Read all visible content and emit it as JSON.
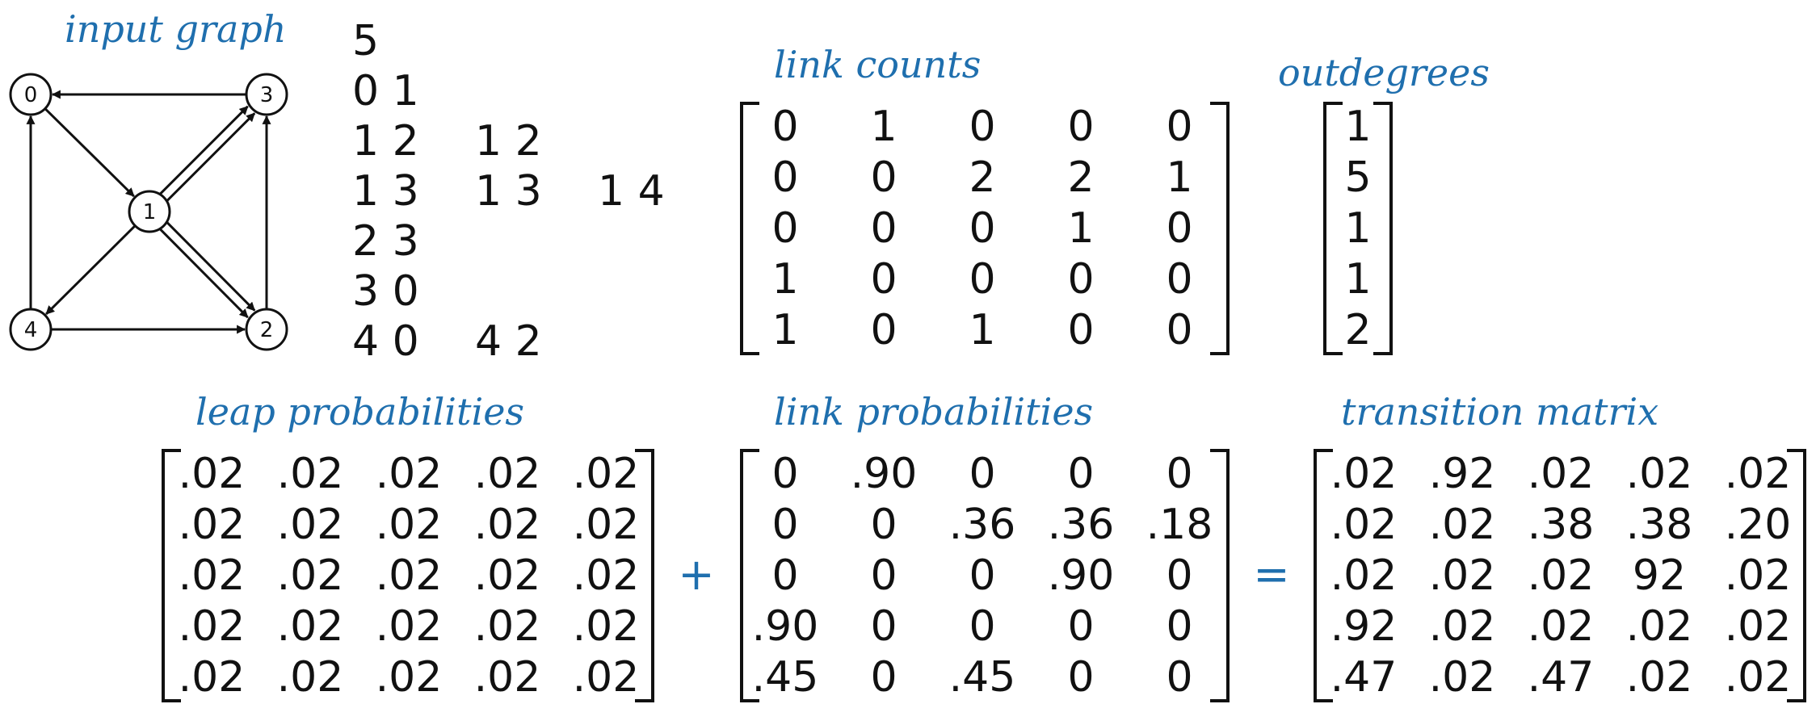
{
  "colors": {
    "label": "#1f6fae",
    "ink": "#111111"
  },
  "labels": {
    "input_graph": "input graph",
    "link_counts": "link counts",
    "outdegrees": "outdegrees",
    "leap_probabilities": "leap probabilities",
    "link_probabilities": "link probabilities",
    "transition_matrix": "transition matrix"
  },
  "operators": {
    "plus": "+",
    "equals": "="
  },
  "graph": {
    "nodes": [
      "0",
      "1",
      "2",
      "3",
      "4"
    ],
    "edges": [
      [
        "0",
        "1"
      ],
      [
        "1",
        "2"
      ],
      [
        "1",
        "2"
      ],
      [
        "1",
        "3"
      ],
      [
        "1",
        "3"
      ],
      [
        "1",
        "4"
      ],
      [
        "2",
        "3"
      ],
      [
        "3",
        "0"
      ],
      [
        "4",
        "0"
      ],
      [
        "4",
        "2"
      ]
    ]
  },
  "input_file": {
    "first_line": "5",
    "rows": [
      [
        "0 1"
      ],
      [
        "1 2",
        "1 2"
      ],
      [
        "1 3",
        "1 3",
        "1 4"
      ],
      [
        "2 3"
      ],
      [
        "3 0"
      ],
      [
        "4 0",
        "4 2"
      ]
    ]
  },
  "link_counts": [
    [
      "0",
      "1",
      "0",
      "0",
      "0"
    ],
    [
      "0",
      "0",
      "2",
      "2",
      "1"
    ],
    [
      "0",
      "0",
      "0",
      "1",
      "0"
    ],
    [
      "1",
      "0",
      "0",
      "0",
      "0"
    ],
    [
      "1",
      "0",
      "1",
      "0",
      "0"
    ]
  ],
  "outdegrees": [
    "1",
    "5",
    "1",
    "1",
    "2"
  ],
  "leap_probabilities": [
    [
      ".02",
      ".02",
      ".02",
      ".02",
      ".02"
    ],
    [
      ".02",
      ".02",
      ".02",
      ".02",
      ".02"
    ],
    [
      ".02",
      ".02",
      ".02",
      ".02",
      ".02"
    ],
    [
      ".02",
      ".02",
      ".02",
      ".02",
      ".02"
    ],
    [
      ".02",
      ".02",
      ".02",
      ".02",
      ".02"
    ]
  ],
  "link_probabilities": [
    [
      "0",
      ".90",
      "0",
      "0",
      "0"
    ],
    [
      "0",
      "0",
      ".36",
      ".36",
      ".18"
    ],
    [
      "0",
      "0",
      "0",
      ".90",
      "0"
    ],
    [
      ".90",
      "0",
      "0",
      "0",
      "0"
    ],
    [
      ".45",
      "0",
      ".45",
      "0",
      "0"
    ]
  ],
  "transition_matrix": [
    [
      ".02",
      ".92",
      ".02",
      ".02",
      ".02"
    ],
    [
      ".02",
      ".02",
      ".38",
      ".38",
      ".20"
    ],
    [
      ".02",
      ".02",
      ".02",
      "92",
      ".02"
    ],
    [
      ".92",
      ".02",
      ".02",
      ".02",
      ".02"
    ],
    [
      ".47",
      ".02",
      ".47",
      ".02",
      ".02"
    ]
  ]
}
